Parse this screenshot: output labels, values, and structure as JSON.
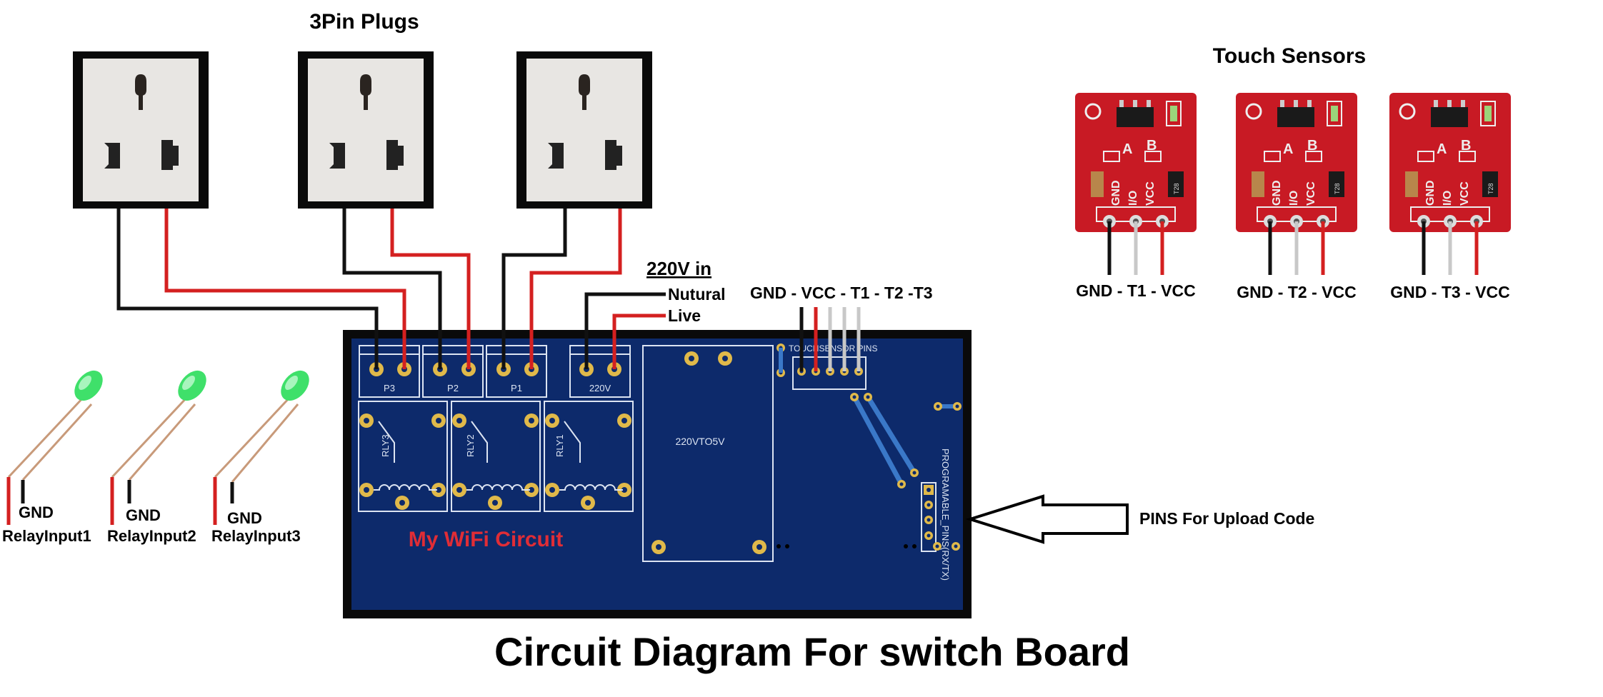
{
  "title": "Circuit Diagram For switch Board",
  "plugs": {
    "heading": "3Pin Plugs"
  },
  "sensors": {
    "heading": "Touch Sensors",
    "silkscreen": {
      "a": "A",
      "b": "B",
      "gnd": "GND",
      "io": "I/O",
      "vcc": "VCC",
      "chip": "T28"
    },
    "pin_labels": [
      "GND - T1 - VCC",
      "GND - T2 - VCC",
      "GND - T3 - VCC"
    ]
  },
  "power_input": {
    "title": "220V in",
    "neutral": "Nutural",
    "live": "Live"
  },
  "sensor_bus_label": "GND - VCC - T1 - T2 -T3",
  "leds": [
    {
      "gnd": "GND",
      "input": "RelayInput1"
    },
    {
      "gnd": "GND",
      "input": "RelayInput2"
    },
    {
      "gnd": "GND",
      "input": "RelayInput3"
    }
  ],
  "pcb": {
    "name": "My WiFi Circuit",
    "terminals": [
      "P3",
      "P2",
      "P1",
      "220V"
    ],
    "relays": [
      "RLY3",
      "RLY2",
      "RLY1"
    ],
    "converter": "220VTO5V",
    "touch_header": "TOUCHSENSOR PINS",
    "programming_header": "PROGRAMABLE_PINS(RX/TX)"
  },
  "upload_label": "PINS For Upload Code",
  "colors": {
    "pcb_blue": "#0d2a6b",
    "pcb_border": "#0a0a0a",
    "silk": "#dce4f2",
    "pad": "#e0b94a",
    "wire_red": "#d42020",
    "wire_black": "#111111",
    "wire_grey": "#c8c8c8",
    "sensor_red": "#c81a24",
    "led_green": "#3fe06a",
    "pcb_label": "#e02d36"
  }
}
